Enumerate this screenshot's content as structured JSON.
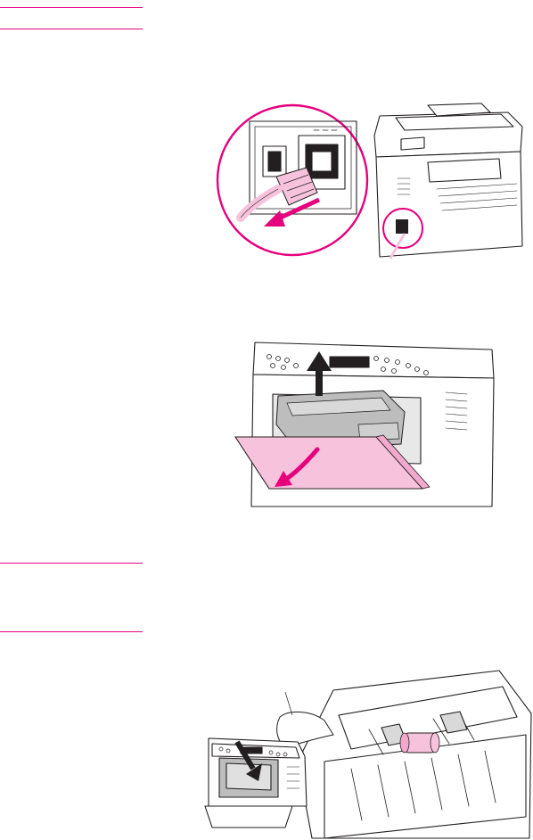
{
  "colors": {
    "accent": "#e6007e",
    "highlight_fill": "#f7c3dc",
    "line": "#231f20",
    "shade": "#bdbdbd"
  },
  "figures": [
    {
      "name": "power-cord-removal",
      "icons": [
        "arrow-left-icon"
      ]
    },
    {
      "name": "print-cartridge-removal",
      "icons": [
        "arrow-up-icon",
        "arrow-down-curved-icon"
      ]
    },
    {
      "name": "pickup-roller-location",
      "icons": [
        "arrow-down-icon"
      ]
    }
  ]
}
